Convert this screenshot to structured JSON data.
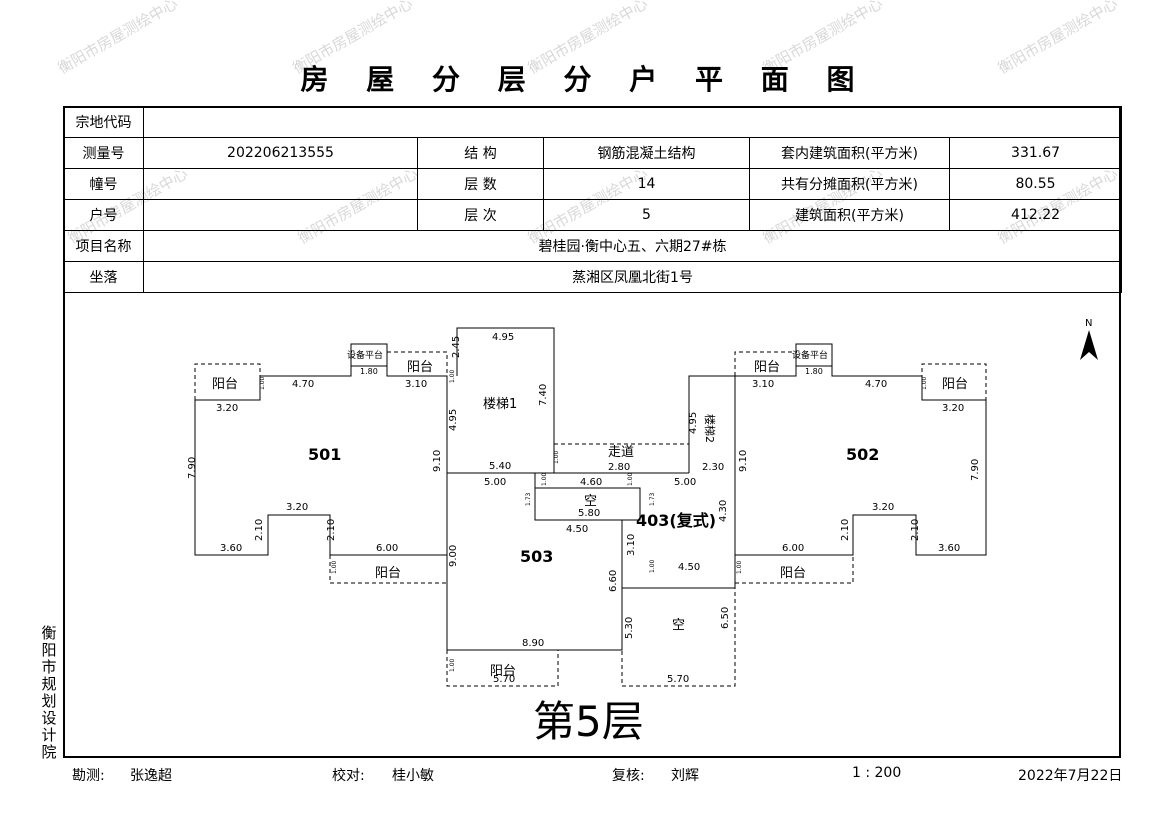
{
  "title": "房 屋 分 层 分 户 平 面 图",
  "watermark": "衡阳市房屋测绘中心",
  "info": {
    "land_code_label": "宗地代码",
    "land_code": "",
    "survey_no_label": "测量号",
    "survey_no": "202206213555",
    "structure_label": "结  构",
    "structure": "钢筋混凝土结构",
    "inner_area_label": "套内建筑面积(平方米)",
    "inner_area": "331.67",
    "building_no_label": "幢号",
    "building_no": "",
    "floors_label": "层  数",
    "floors": "14",
    "shared_area_label": "共有分摊面积(平方米)",
    "shared_area": "80.55",
    "unit_no_label": "户号",
    "unit_no": "",
    "floor_label": "层  次",
    "floor": "5",
    "building_area_label": "建筑面积(平方米)",
    "building_area": "412.22",
    "project_label": "项目名称",
    "project": "碧桂园·衡中心五、六期27#栋",
    "location_label": "坐落",
    "location": "蒸湘区凤凰北街1号"
  },
  "plan": {
    "north": "N",
    "floor_caption": "第5层",
    "units": [
      "501",
      "502",
      "503",
      "403(复式)"
    ],
    "rooms": {
      "balcony": "阳台",
      "stair1": "楼梯1",
      "stair2": "楼梯2",
      "corridor": "走道",
      "void": "空",
      "equipment": "设备平台"
    },
    "dims": {
      "d470": "4.70",
      "d320": "3.20",
      "d310": "3.10",
      "d180": "1.80",
      "d790": "7.90",
      "d360": "3.60",
      "d210": "2.10",
      "d600": "6.00",
      "d495": "4.95",
      "d245": "2.45",
      "d740": "7.40",
      "d910": "9.10",
      "d540": "5.40",
      "d500": "5.00",
      "d460": "4.60",
      "d580": "5.80",
      "d450": "4.50",
      "d900": "9.00",
      "d890": "8.90",
      "d570": "5.70",
      "d230": "2.30",
      "d430": "4.30",
      "d660": "6.60",
      "d530": "5.30",
      "d650": "6.50",
      "d100": "1.00",
      "d173": "1.73",
      "d280": "2.80"
    }
  },
  "side_text": "衡阳市规划设计院",
  "footer": {
    "surveyor_label": "勘测:",
    "surveyor": "张逸超",
    "checker_label": "校对:",
    "checker": "桂小敏",
    "reviewer_label": "复核:",
    "reviewer": "刘辉",
    "scale": "1 : 200",
    "date": "2022年7月22日"
  }
}
